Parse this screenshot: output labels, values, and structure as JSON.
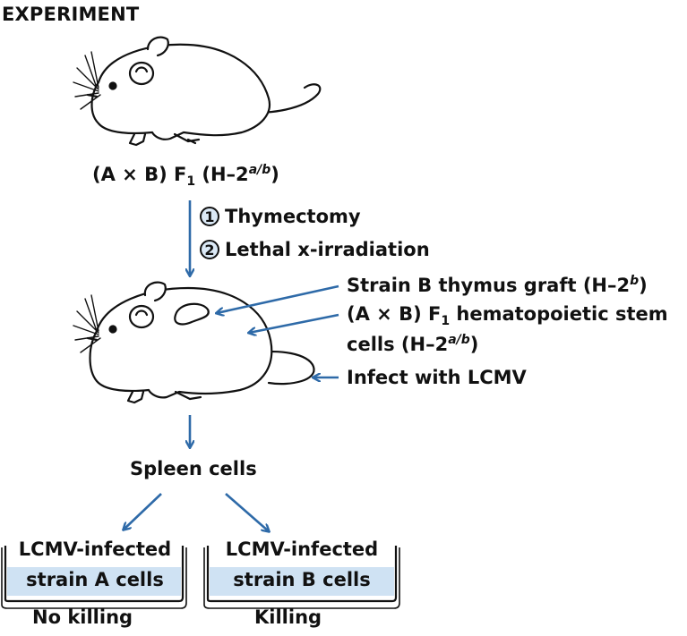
{
  "title": "EXPERIMENT",
  "donor": {
    "prefix": "(A × B) F",
    "sub": "1",
    "mid": " (H–2",
    "sup": "a/b",
    "suffix": ")"
  },
  "steps": [
    {
      "num": "1",
      "label": "Thymectomy"
    },
    {
      "num": "2",
      "label": "Lethal x-irradiation"
    }
  ],
  "treatments": {
    "graft_prefix": "Strain B thymus graft (H–2",
    "graft_sup": "b",
    "graft_suffix": ")",
    "stem_line1_prefix": "(A × B) F",
    "stem_line1_sub": "1",
    "stem_line1_suffix": " hematopoietic stem",
    "stem_line2_prefix": "cells (H–2",
    "stem_line2_sup": "a/b",
    "stem_line2_suffix": ")",
    "infect": "Infect with LCMV"
  },
  "spleen": "Spleen cells",
  "dishes": [
    {
      "line1": "LCMV-infected",
      "line2": "strain A cells",
      "result": "No killing"
    },
    {
      "line1": "LCMV-infected",
      "line2": "strain B cells",
      "result": "Killing"
    }
  ],
  "colors": {
    "arrow": "#2e6aa8",
    "medium": "#cfe2f3",
    "outline": "#111111"
  }
}
